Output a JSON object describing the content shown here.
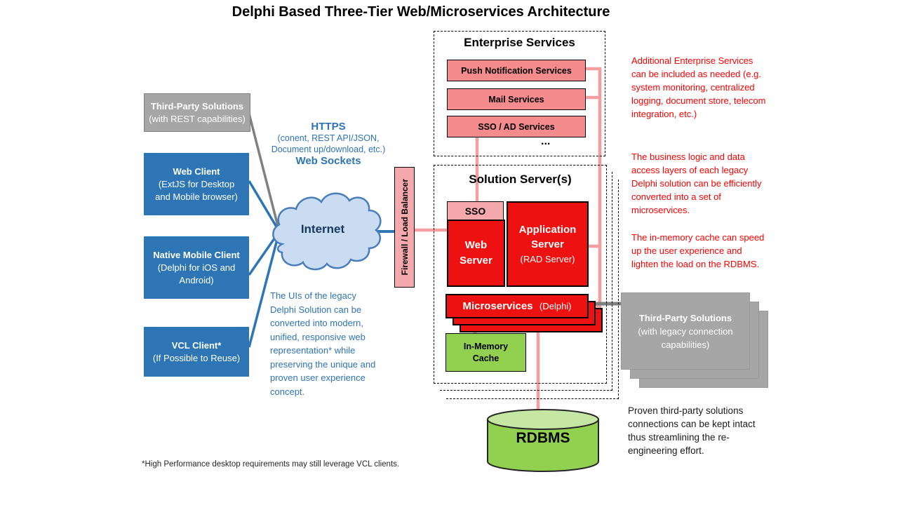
{
  "title": "Delphi Based Three-Tier Web/Microservices Architecture",
  "footnote": "*High Performance desktop requirements may still leverage VCL clients.",
  "clients": {
    "third_party": {
      "title": "Third-Party Solutions",
      "sub": "(with REST capabilities)"
    },
    "web": {
      "title": "Web Client",
      "sub1": "(ExtJS for Desktop",
      "sub2": "and Mobile browser)"
    },
    "native": {
      "title": "Native Mobile Client",
      "sub1": "(Delphi for iOS and",
      "sub2": "Android)"
    },
    "vcl": {
      "title": "VCL Client*",
      "sub": "(If Possible to Reuse)"
    }
  },
  "network": {
    "https_title": "HTTPS",
    "https_sub1": "(conent, REST API/JSON,",
    "https_sub2": "Document up/download, etc.)",
    "websockets": "Web Sockets",
    "internet_label": "Internet",
    "firewall_label": "Firewall / Load Balancer",
    "ui_note": "The UIs of the legacy Delphi Solution can be converted into modern, unified, responsive web representation* while preserving the unique and proven user experience concept."
  },
  "enterprise": {
    "title": "Enterprise Services",
    "services": [
      "Push Notification Services",
      "Mail Services",
      "SSO / AD Services"
    ],
    "more": "..."
  },
  "solution": {
    "title": "Solution Server(s)",
    "sso": "SSO",
    "web_server1": "Web",
    "web_server2": "Server",
    "app1": "Application",
    "app2": "Server",
    "app_sub": "(RAD Server)",
    "micro_bold": "Microservices",
    "micro_reg": "(Delphi)",
    "cache1": "In-Memory",
    "cache2": "Cache",
    "rdbms": "RDBMS"
  },
  "right_stack": {
    "title": "Third-Party Solutions",
    "sub1": "(with legacy connection",
    "sub2": "capabilities)"
  },
  "notes": {
    "enterprise_note": "Additional Enterprise Services can be included as needed (e.g. system monitoring, centralized logging, document store, telecom integration, etc.)",
    "micro_note": "The business logic and data access layers of each legacy Delphi solution can be efficiently converted into a set of microservices.",
    "cache_note": "The in-memory cache can speed up the user experience and lighten the load on the RDBMS.",
    "thirdparty_note": "Proven third-party solutions connections can be kept intact thus streamlining the re-engineering effort."
  },
  "colors": {
    "client_blue": "#2E75B6",
    "box_gray": "#A6A6A6",
    "server_red": "#EE1111",
    "service_pink": "#F48B8D",
    "pink_light": "#F5A9AC",
    "connector_pink": "#F59EA0",
    "green": "#92D050",
    "cloud_fill": "#C9DCF2",
    "cloud_stroke": "#4A7EBB",
    "text_blue": "#2E74B5",
    "note_red": "#FF0000"
  }
}
